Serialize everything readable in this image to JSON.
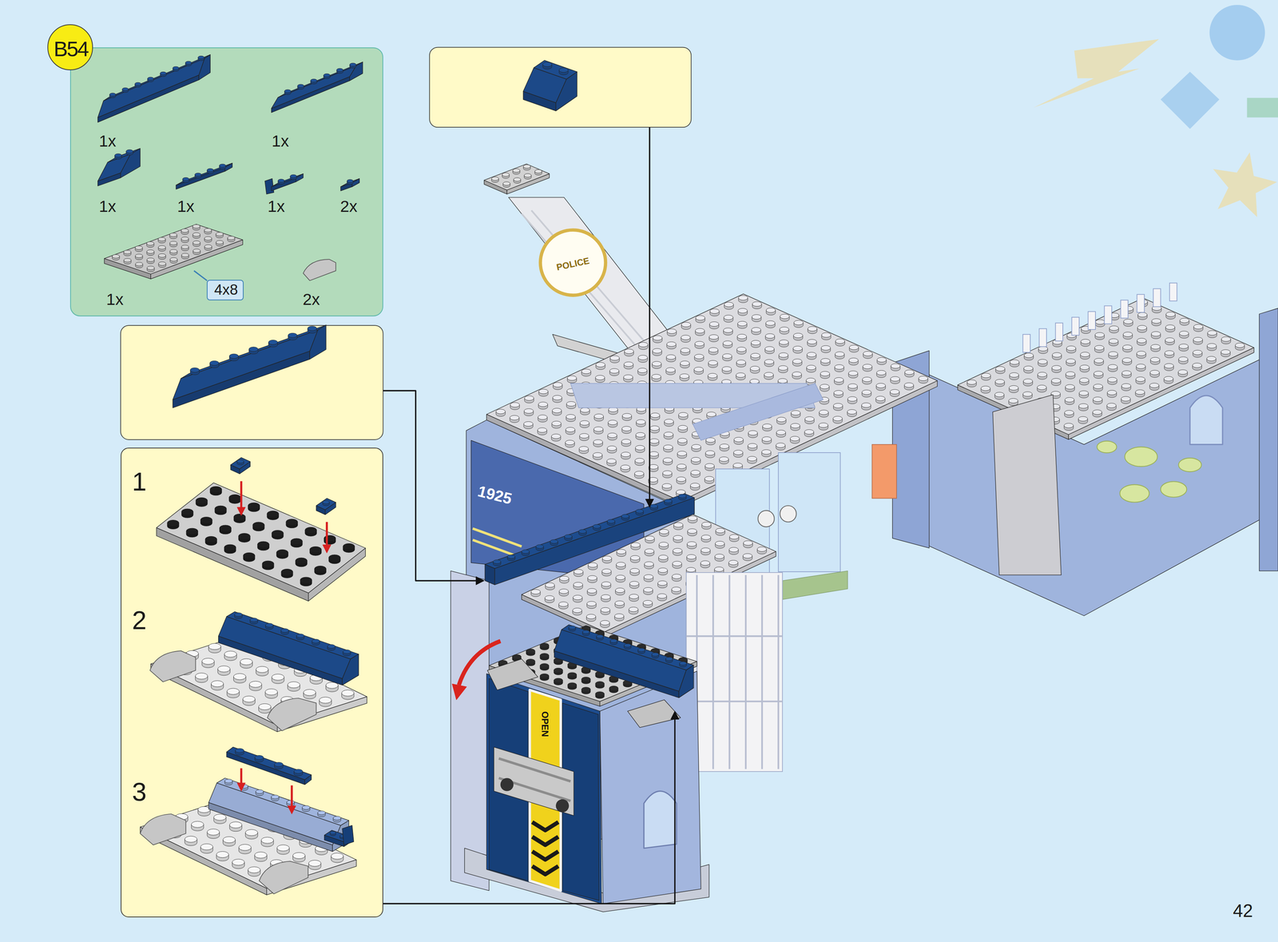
{
  "diagram": {
    "nodes": [
      {
        "text": [
          "B54"
        ]
      },
      {
        "text": [
          "1x",
          "1x",
          "1x",
          "1x",
          "1x",
          "2x",
          "1x",
          "2x"
        ]
      },
      {
        "text": [
          "4x8"
        ],
        "in": 1
      },
      {
        "text": [
          "1",
          "2",
          "3"
        ]
      }
    ],
    "labels": [
      "1925",
      "POLICE",
      "OPEN",
      "42"
    ]
  }
}
